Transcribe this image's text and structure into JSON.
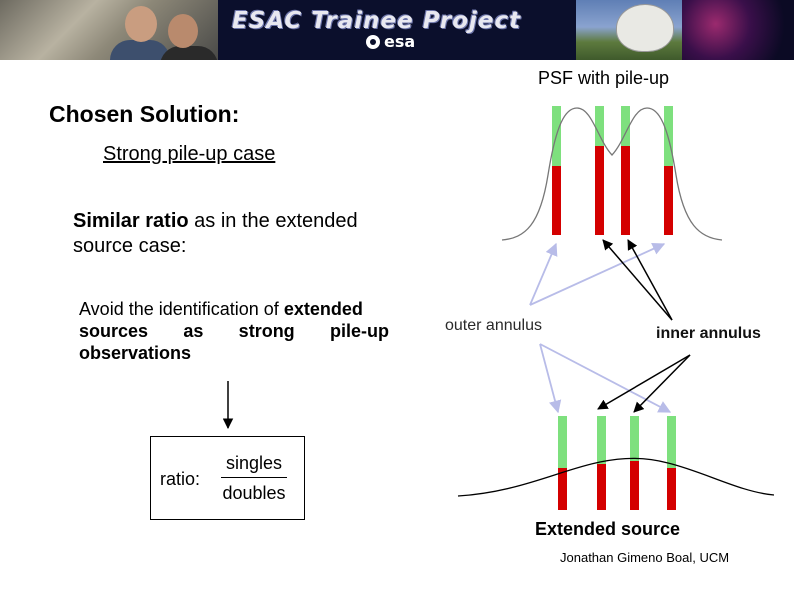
{
  "banner": {
    "title": "ESAC Trainee Project",
    "logo_text": "esa"
  },
  "slide": {
    "heading": "Chosen Solution:",
    "subheading": "Strong pile-up case",
    "similar_bold": "Similar ratio",
    "similar_rest_line1": " as in the extended",
    "similar_line2": "source case:",
    "avoid_pre": "Avoid the identification of ",
    "avoid_bold": "extended",
    "avoid_line2": "sources as strong pile-up",
    "avoid_line3": "observations",
    "ratio_label": "ratio:",
    "ratio_numerator": "singles",
    "ratio_denominator": "doubles"
  },
  "figure": {
    "psf_title": "PSF with pile-up",
    "outer_label": "outer annulus",
    "inner_label": "inner annulus",
    "extended_title": "Extended source",
    "credit": "Jonathan Gimeno Boal, UCM",
    "colors": {
      "green": "#7ee07e",
      "red": "#d40000",
      "curve": "#777777",
      "arrow_outer": "#b8bce8",
      "arrow_inner": "#000000"
    }
  }
}
